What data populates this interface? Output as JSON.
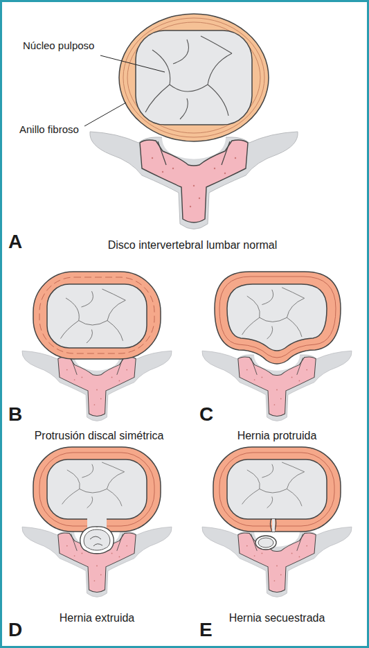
{
  "diagram": {
    "labels": [
      "Núcleo pulposo",
      "Anillo fibroso",
      "A",
      "Disco intervertebral lumbar normal",
      "B",
      "Protrusión discal simétrica",
      "C",
      "Hernia protruida",
      "D",
      "Hernia extruida",
      "E",
      "Hernia secuestrada"
    ]
  }
}
